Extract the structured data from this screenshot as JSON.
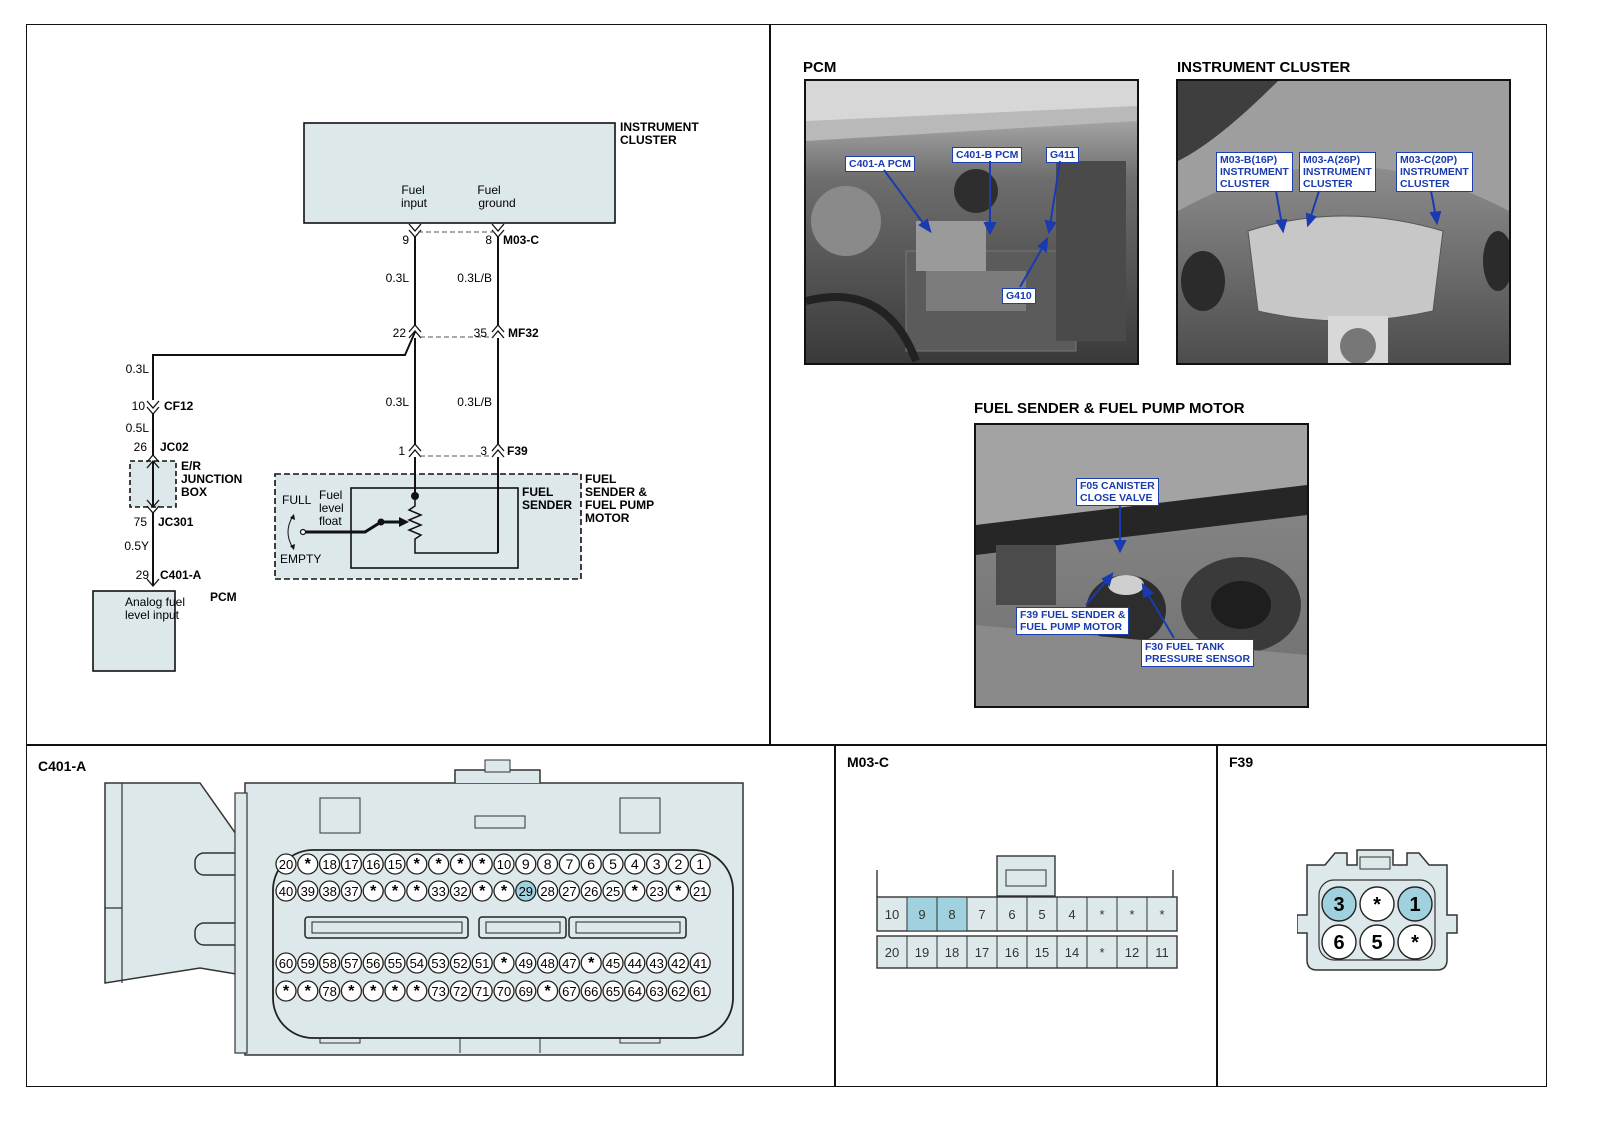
{
  "schematic": {
    "instrument_cluster": {
      "name_line1": "INSTRUMENT",
      "name_line2": "CLUSTER",
      "pin1_line1": "Fuel",
      "pin1_line2": "input",
      "pin2_line1": "Fuel",
      "pin2_line2": "ground"
    },
    "m03c": {
      "pin_left": "9",
      "pin_right": "8",
      "name": "M03-C"
    },
    "wire_upper_left": "0.3L",
    "wire_upper_right": "0.3L/B",
    "mf32": {
      "pin_left": "22",
      "pin_right": "35",
      "name": "MF32"
    },
    "wire_mid_left": "0.3L",
    "wire_mid_right": "0.3L/B",
    "f39": {
      "pin_left": "1",
      "pin_right": "3",
      "name": "F39"
    },
    "left_branch": {
      "wire1": "0.3L",
      "cf12_pin": "10",
      "cf12_name": "CF12",
      "wire2": "0.5L",
      "jc02_pin": "26",
      "jc02_name": "JC02",
      "junction_box_line1": "E/R",
      "junction_box_line2": "JUNCTION",
      "junction_box_line3": "BOX",
      "jc301_pin": "75",
      "jc301_name": "JC301",
      "wire3": "0.5Y",
      "c401a_pin": "29",
      "c401a_name": "C401-A"
    },
    "pcm": {
      "name": "PCM",
      "label_line1": "Analog fuel",
      "label_line2": "level input"
    },
    "fuel_sender": {
      "full": "FULL",
      "empty": "EMPTY",
      "float_line1": "Fuel",
      "float_line2": "level",
      "float_line3": "float",
      "sender_line1": "FUEL",
      "sender_line2": "SENDER",
      "module_line1": "FUEL",
      "module_line2": "SENDER &",
      "module_line3": "FUEL PUMP",
      "module_line4": "MOTOR"
    }
  },
  "photos": {
    "pcm": {
      "title": "PCM",
      "callouts": [
        "C401-A PCM",
        "C401-B PCM",
        "G411",
        "G410"
      ]
    },
    "cluster": {
      "title": "INSTRUMENT CLUSTER",
      "callouts": [
        "M03-B(16P)\nINSTRUMENT\nCLUSTER",
        "M03-A(26P)\nINSTRUMENT\nCLUSTER",
        "M03-C(20P)\nINSTRUMENT\nCLUSTER"
      ]
    },
    "fuel": {
      "title": "FUEL SENDER & FUEL PUMP MOTOR",
      "callouts": [
        "F05 CANISTER\nCLOSE VALVE",
        "F39 FUEL SENDER &\nFUEL PUMP MOTOR",
        "F30 FUEL TANK\nPRESSURE SENSOR"
      ]
    }
  },
  "connectors": {
    "c401a": {
      "title": "C401-A",
      "row1": [
        "20",
        "*",
        "18",
        "17",
        "16",
        "15",
        "*",
        "*",
        "*",
        "*",
        "10",
        "9",
        "8",
        "7",
        "6",
        "5",
        "4",
        "3",
        "2",
        "1"
      ],
      "row2": [
        "40",
        "39",
        "38",
        "37",
        "*",
        "*",
        "*",
        "33",
        "32",
        "*",
        "*",
        "29",
        "28",
        "27",
        "26",
        "25",
        "*",
        "23",
        "*",
        "21"
      ],
      "row3": [
        "60",
        "59",
        "58",
        "57",
        "56",
        "55",
        "54",
        "53",
        "52",
        "51",
        "*",
        "49",
        "48",
        "47",
        "*",
        "45",
        "44",
        "43",
        "42",
        "41"
      ],
      "row4": [
        "*",
        "*",
        "78",
        "*",
        "*",
        "*",
        "*",
        "73",
        "72",
        "71",
        "70",
        "69",
        "*",
        "67",
        "66",
        "65",
        "64",
        "63",
        "62",
        "61"
      ],
      "highlight": [
        "29"
      ]
    },
    "m03c": {
      "title": "M03-C",
      "top": [
        "10",
        "9",
        "8",
        "7",
        "6",
        "5",
        "4",
        "*",
        "*",
        "*"
      ],
      "bottom": [
        "20",
        "19",
        "18",
        "17",
        "16",
        "15",
        "14",
        "*",
        "12",
        "11"
      ],
      "highlight": [
        "9",
        "8"
      ]
    },
    "f39": {
      "title": "F39",
      "top": [
        "3",
        "*",
        "1"
      ],
      "bottom": [
        "6",
        "5",
        "*"
      ],
      "highlight": [
        "3",
        "1"
      ]
    }
  },
  "colors": {
    "highlight": "#9fd2de",
    "box_fill": "#dde8ea",
    "callout_text": "#1a3bb0"
  }
}
